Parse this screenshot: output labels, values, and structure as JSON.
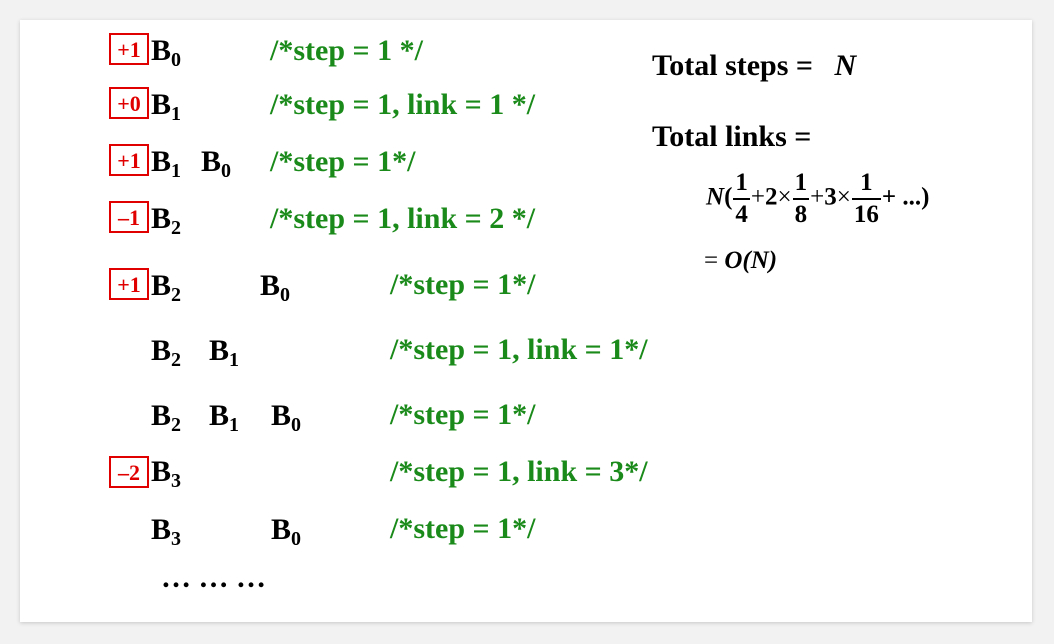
{
  "rows": [
    {
      "badge": "+1",
      "cells": [
        {
          "base": "B",
          "sub": "0"
        }
      ],
      "comment": "/*step = 1 */"
    },
    {
      "badge": "+0",
      "cells": [
        {
          "base": "B",
          "sub": "1"
        }
      ],
      "comment": "/*step = 1, link = 1 */"
    },
    {
      "badge": "+1",
      "cells": [
        {
          "base": "B",
          "sub": "1"
        },
        {
          "base": "B",
          "sub": "0"
        }
      ],
      "comment": "/*step = 1*/"
    },
    {
      "badge": "–1",
      "cells": [
        {
          "base": "B",
          "sub": "2"
        }
      ],
      "comment": "/*step = 1, link = 2 */"
    },
    {
      "badge": "+1",
      "cells": [
        {
          "base": "B",
          "sub": "2"
        },
        {
          "base": "B",
          "sub": "0"
        }
      ],
      "comment": "/*step = 1*/"
    },
    {
      "badge": "",
      "cells": [
        {
          "base": "B",
          "sub": "2"
        },
        {
          "base": "B",
          "sub": "1"
        }
      ],
      "comment": "/*step = 1, link = 1*/"
    },
    {
      "badge": "",
      "cells": [
        {
          "base": "B",
          "sub": "2"
        },
        {
          "base": "B",
          "sub": "1"
        },
        {
          "base": "B",
          "sub": "0"
        }
      ],
      "comment": "/*step = 1*/"
    },
    {
      "badge": "–2",
      "cells": [
        {
          "base": "B",
          "sub": "3"
        }
      ],
      "comment": "/*step = 1, link = 3*/"
    },
    {
      "badge": "",
      "cells": [
        {
          "base": "B",
          "sub": "3"
        },
        {
          "base": "B",
          "sub": "0"
        }
      ],
      "comment": "/*step = 1*/"
    }
  ],
  "ellipsis": "… … …",
  "summary": {
    "steps_label": "Total steps =",
    "steps_value": "N",
    "links_label": "Total links =",
    "formula": {
      "lead": "N",
      "open": "(",
      "f1_num": "1",
      "f1_den": "4",
      "t2_coef": "2",
      "f2_num": "1",
      "f2_den": "8",
      "t3_coef": "3",
      "f3_num": "1",
      "f3_den": "16",
      "tail": "+ ...)",
      "plus": "+",
      "times": "×",
      "result_eq": "=",
      "result": "O(N)"
    }
  },
  "colors": {
    "badge": "#e00000",
    "comment": "#1a8a1a",
    "text": "#000000"
  }
}
